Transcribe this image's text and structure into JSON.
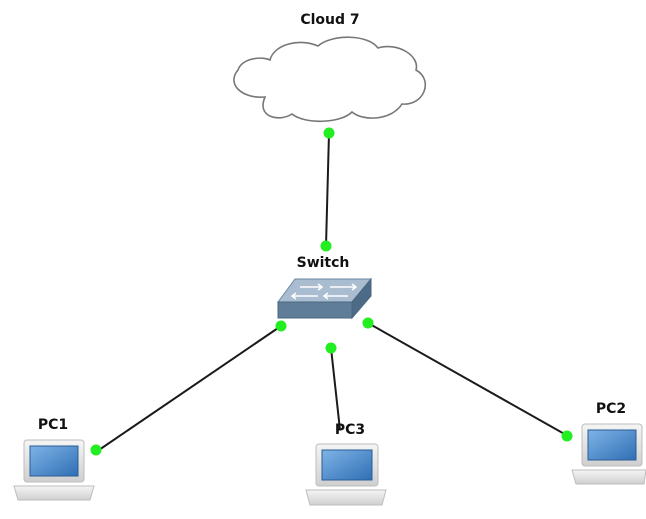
{
  "diagram": {
    "nodes": [
      {
        "id": "cloud7",
        "type": "cloud",
        "label": "Cloud 7"
      },
      {
        "id": "switch",
        "type": "switch",
        "label": "Switch"
      },
      {
        "id": "pc1",
        "type": "pc",
        "label": "PC1"
      },
      {
        "id": "pc2",
        "type": "pc",
        "label": "PC2"
      },
      {
        "id": "pc3",
        "type": "pc",
        "label": "PC3"
      }
    ],
    "links": [
      {
        "from": "cloud7",
        "to": "switch",
        "status": "up"
      },
      {
        "from": "switch",
        "to": "pc1",
        "status": "up"
      },
      {
        "from": "switch",
        "to": "pc3",
        "status": "up"
      },
      {
        "from": "switch",
        "to": "pc2",
        "status": "up"
      }
    ],
    "colors": {
      "link": "#1a1a1a",
      "port_up": "#22ee22",
      "cloud_fill": "#ffffff",
      "cloud_stroke": "#777777",
      "switch_top": "#aabdd0",
      "switch_front": "#5f7d98",
      "screen": "#3d7fc4",
      "pc_body": "#e6e6e6"
    }
  }
}
